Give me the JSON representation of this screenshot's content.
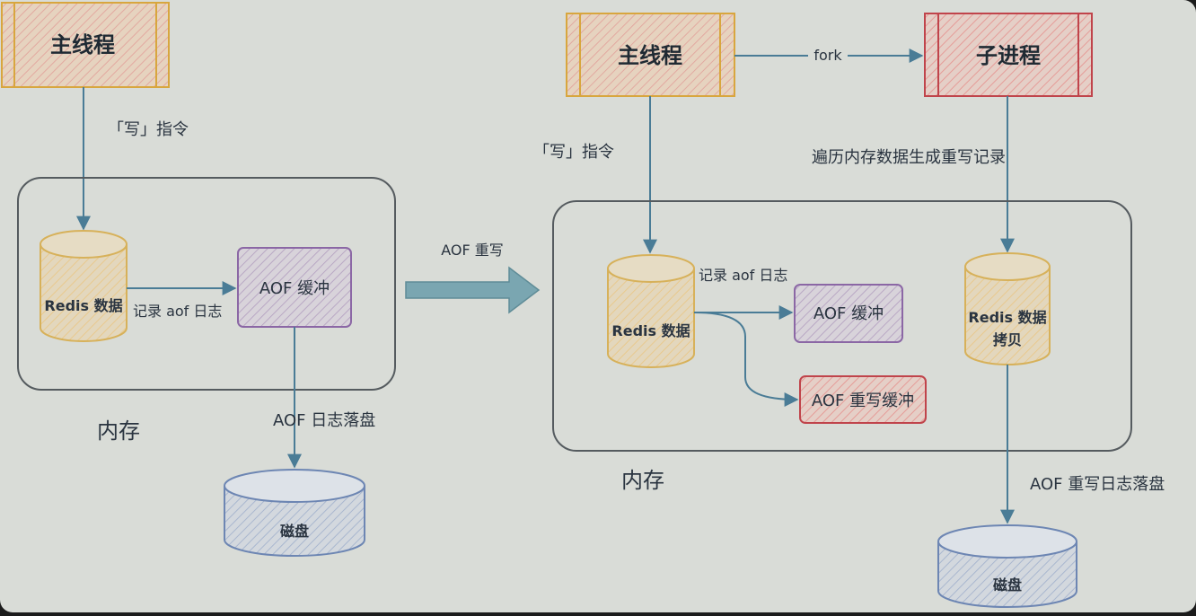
{
  "colors": {
    "background": "#d9dcd7",
    "thread_orange": "#d8a63e",
    "process_red": "#c0444b",
    "db_yellow": "#d7b15a",
    "buffer_purple": "#8b67a5",
    "disk_blue": "#6d86b3",
    "arrow_blue": "#4a7c96",
    "big_arrow": "#7aa6b1"
  },
  "left": {
    "main_thread": "主线程",
    "write_cmd": "「写」指令",
    "redis_data": "Redis 数据",
    "record_log": "记录 aof 日志",
    "aof_buffer": "AOF 缓冲",
    "memory": "内存",
    "flush": "AOF 日志落盘",
    "disk": "磁盘"
  },
  "transition": "AOF 重写",
  "right": {
    "main_thread": "主线程",
    "fork": "fork",
    "child_process": "子进程",
    "write_cmd": "「写」指令",
    "traverse": "遍历内存数据生成重写记录",
    "record_log": "记录 aof 日志",
    "redis_data": "Redis 数据",
    "aof_buffer": "AOF 缓冲",
    "aof_rewrite_buffer": "AOF 重写缓冲",
    "redis_copy_line1": "Redis 数据",
    "redis_copy_line2": "拷贝",
    "memory": "内存",
    "flush": "AOF 重写日志落盘",
    "disk": "磁盘"
  }
}
